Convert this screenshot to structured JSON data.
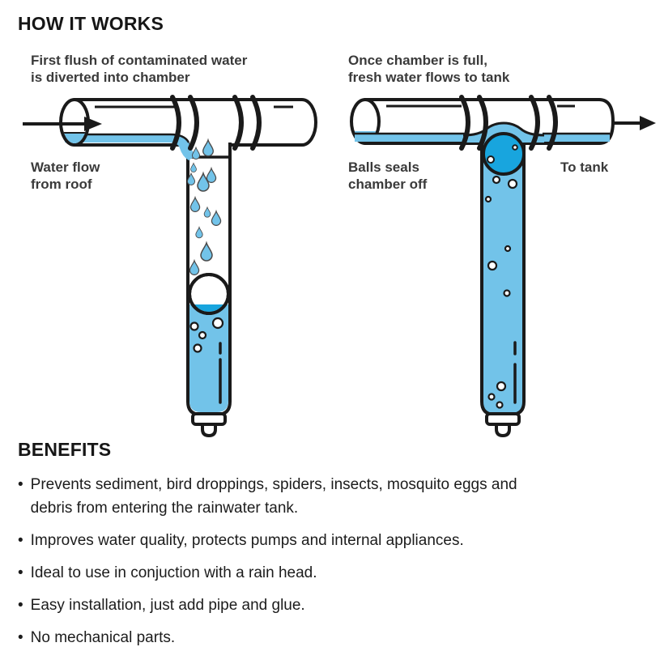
{
  "header": {
    "title": "HOW IT WORKS"
  },
  "diagrams": {
    "left": {
      "caption": {
        "line1": "First flush of contaminated water",
        "line2": "is diverted into chamber"
      },
      "label_water_flow": {
        "line1": "Water flow",
        "line2": "from roof"
      }
    },
    "right": {
      "caption": {
        "line1": "Once chamber is full,",
        "line2": "fresh water flows to tank"
      },
      "label_ball": {
        "line1": "Balls seals",
        "line2": "chamber off"
      },
      "label_tank": "To tank"
    }
  },
  "benefits": {
    "title": "BENEFITS",
    "bullet_glyph": "•",
    "items": [
      {
        "lines": [
          "Prevents sediment, bird droppings, spiders, insects, mosquito eggs and",
          "debris from entering the rainwater tank."
        ]
      },
      {
        "lines": [
          "Improves water quality, protects pumps and internal appliances."
        ]
      },
      {
        "lines": [
          "Ideal to use in conjuction with a rain head."
        ]
      },
      {
        "lines": [
          "Easy installation, just add pipe and glue."
        ]
      },
      {
        "lines": [
          "No mechanical parts."
        ]
      }
    ]
  },
  "colors": {
    "water": "#72C3E9",
    "ball": "#18A5DE",
    "outline": "#1A1A1A",
    "label_text": "#3A3A3A"
  }
}
